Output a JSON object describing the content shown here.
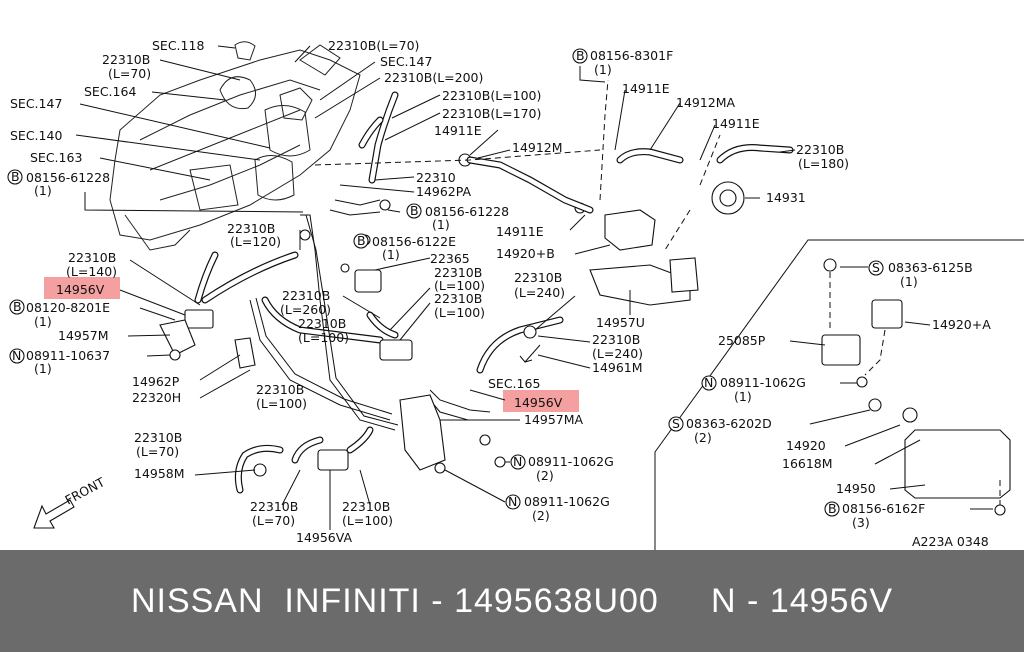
{
  "diagram": {
    "labels": [
      "SEC.118",
      "22310B(L=70)",
      "22310B",
      "(L=70)",
      "SEC.147",
      "22310B(L=200)",
      "SEC.164",
      "SEC.147",
      "22310B(L=100)",
      "22310B(L=170)",
      "SEC.140",
      "14911E",
      "SEC.163",
      "08156-61228",
      "(1)",
      "22310",
      "14962PA",
      "08156-61228",
      "(1)",
      "22310B",
      "(L=120)",
      "08156-6122E",
      "(1)",
      "22365",
      "22310B",
      "(L=140)",
      "14956V",
      "22310B",
      "(L=100)",
      "22310B",
      "(L=260)",
      "22310B",
      "(L=100)",
      "22310B",
      "(L=240)",
      "08120-8201E",
      "(1)",
      "14957M",
      "08911-10637",
      "(1)",
      "22310B",
      "(L=100)",
      "14962P",
      "22320H",
      "SEC.165",
      "14956V",
      "14957MA",
      "22310B",
      "(L=100)",
      "22310B",
      "(L=70)",
      "14958M",
      "08911-1062G",
      "(2)",
      "08911-1062G",
      "(2)",
      "22310B",
      "(L=70)",
      "22310B",
      "(L=100)",
      "14956VA",
      "FRONT",
      "08156-8301F",
      "(1)",
      "14911E",
      "14912MA",
      "14911E",
      "14912M",
      "22310B",
      "(L=180)",
      "14931",
      "14911E",
      "14920+B",
      "14957U",
      "22310B",
      "(L=240)",
      "14961M",
      "08363-6125B",
      "(1)",
      "14920+A",
      "25085P",
      "08911-1062G",
      "(1)",
      "08363-6202D",
      "(2)",
      "14920",
      "16618M",
      "14950",
      "08156-6162F",
      "(3)",
      "A223A 0348"
    ],
    "bolt_marker": "B",
    "nut_marker": "N",
    "screw_marker": "S",
    "highlight_color": "#f08080"
  },
  "footer": {
    "text": "NISSAN  INFINITI - 1495638U00     N - 14956V",
    "bg_color": "#6b6b6b",
    "text_color": "#ffffff"
  }
}
